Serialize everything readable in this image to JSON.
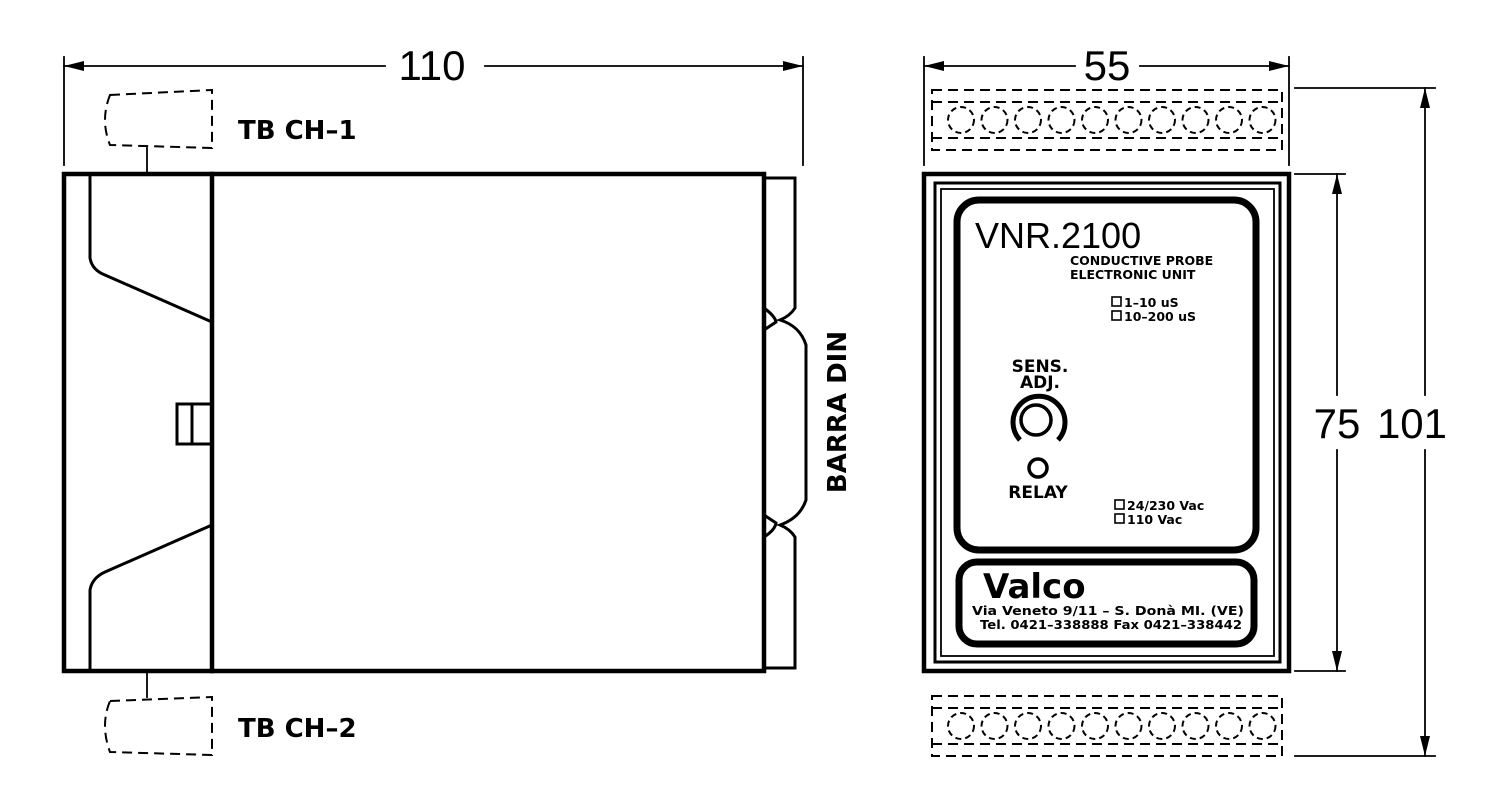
{
  "side_view": {
    "width_dim": "110",
    "terminal_block_top": "TB  CH–1",
    "terminal_block_bottom": "TB  CH–2",
    "din_rail_label": "BARRA  DIN"
  },
  "front_view": {
    "width_dim": "55",
    "body_height_dim": "75",
    "total_height_dim": "101",
    "model": "VNR.2100",
    "subtitle_line1": "CONDUCTIVE  PROBE",
    "subtitle_line2": "ELECTRONIC  UNIT",
    "range_option1": "1–10  uS",
    "range_option2": "10–200  uS",
    "sens_label_line1": "SENS.",
    "sens_label_line2": "ADJ.",
    "relay_label": "RELAY",
    "voltage_option1": "24/230  Vac",
    "voltage_option2": "110  Vac",
    "brand": "Valco",
    "address_line": "Via  Veneto  9/11  –  S.  Donà  MI.  (VE)",
    "phone_line": "Tel.  0421–338888     Fax  0421–338442"
  }
}
